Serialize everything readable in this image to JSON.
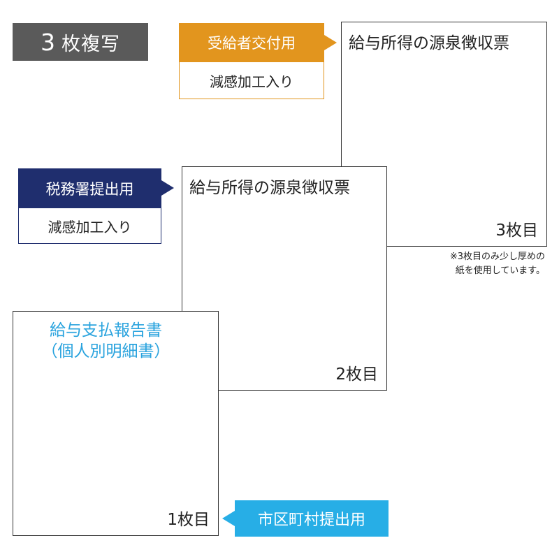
{
  "badge": {
    "number": "3",
    "text": "枚複写"
  },
  "sheets": {
    "sheet3": {
      "title": "給与所得の源泉徴収票",
      "count": "3枚目"
    },
    "sheet2": {
      "title": "給与所得の源泉徴収票",
      "count": "2枚目"
    },
    "sheet1": {
      "title_line1": "給与支払報告書",
      "title_line2": "（個人別明細書）",
      "count": "1枚目"
    }
  },
  "tags": {
    "recipient": {
      "label": "受給者交付用",
      "sub": "減感加工入り"
    },
    "tax_office": {
      "label": "税務署提出用",
      "sub": "減感加工入り"
    },
    "municipality": {
      "label": "市区町村提出用"
    }
  },
  "note": {
    "line1": "※3枚目のみ少し厚めの",
    "line2": "紙を使用しています。"
  },
  "colors": {
    "badge": "#5a5a5a",
    "recipient": "#e2951e",
    "tax_office": "#1f2e6e",
    "municipality": "#27aee6",
    "sheet1_title": "#29a3de"
  }
}
